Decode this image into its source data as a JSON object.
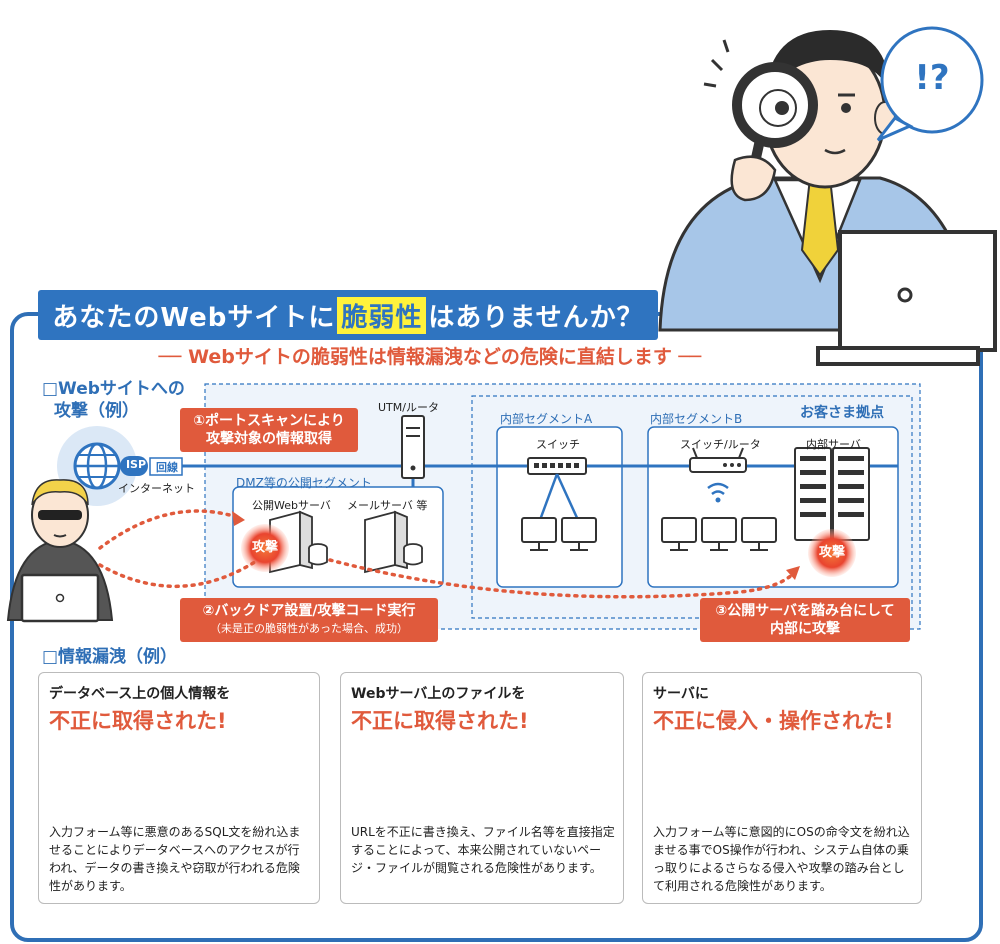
{
  "title": {
    "pre": "あなたのWebサイトに",
    "highlight": "脆弱性",
    "post": "はありませんか？"
  },
  "subtitle": "── Webサイトの脆弱性は情報漏洩などの危険に直結します ──",
  "attack_section": {
    "line1": "□Webサイトへの",
    "line2": "攻撃（例）"
  },
  "leak_section": {
    "heading": "□情報漏洩（例）"
  },
  "speech_bubble": "!?",
  "network": {
    "isp": "ISP",
    "line": "回線",
    "internet": "インターネット",
    "utm": "UTM/ルータ",
    "dmz": "DMZ等の公開セグメント",
    "web_server": "公開Webサーバ",
    "mail_server": "メールサーバ 等",
    "segment_a": "内部セグメントA",
    "switch": "スイッチ",
    "segment_b": "内部セグメントB",
    "switch_router": "スイッチ/ルータ",
    "customer_site": "お客さま拠点",
    "internal_server": "内部サーバ",
    "attack": "攻撃"
  },
  "steps": [
    {
      "line1": "①ポートスキャンにより",
      "line2": "攻撃対象の情報取得"
    },
    {
      "line1": "②バックドア設置/攻撃コード実行",
      "note": "（未是正の脆弱性があった場合、成功）"
    },
    {
      "line1": "③公開サーバを踏み台にして",
      "line2": "内部に攻撃"
    }
  ],
  "cards": [
    {
      "sub": "データベース上の個人情報を",
      "main": "不正に取得された!",
      "desc": "入力フォーム等に悪意のあるSQL文を紛れ込ませることによりデータベースへのアクセスが行われ、データの書き換えや窃取が行われる危険性があります。"
    },
    {
      "sub": "Webサーバ上のファイルを",
      "main": "不正に取得された!",
      "desc": "URLを不正に書き換え、ファイル名等を直接指定することによって、本来公開されていないページ・ファイルが閲覧される危険性があります。"
    },
    {
      "sub": "サーバに",
      "main": "不正に侵入・操作された!",
      "desc": "入力フォーム等に意図的にOSの命令文を紛れ込ませる事でOS操作が行われ、システム自体の乗っ取りによるさらなる侵入や攻撃の踏み台として利用される危険性があります。"
    }
  ],
  "colors": {
    "accent_blue": "#2f74c0",
    "attack_red": "#e05a3c",
    "highlight_yellow": "#fff23b",
    "panel_blue": "#eef4fb"
  }
}
